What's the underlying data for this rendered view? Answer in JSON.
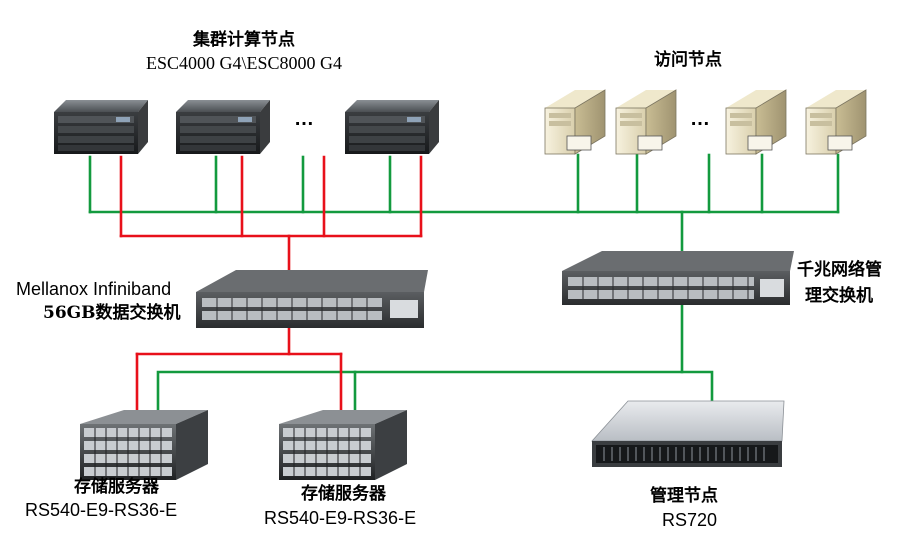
{
  "labels": {
    "cluster_title": "集群计算节点",
    "cluster_model": "ESC4000 G4\\ESC8000 G4",
    "access_title": "访问节点",
    "ib_switch_line1": "Mellanox  Infiniband",
    "ib_switch_line2": "56GB数据交换机",
    "mgmt_switch_line1": "千兆网络管",
    "mgmt_switch_line2": "理交换机",
    "storage1_title": "存储服务器",
    "storage1_model": "RS540-E9-RS36-E",
    "storage2_title": "存储服务器",
    "storage2_model": "RS540-E9-RS36-E",
    "mgmt_node_title": "管理节点",
    "mgmt_node_model": "RS720",
    "ellipsis": "…"
  },
  "colors": {
    "data_link": "#e8101a",
    "mgmt_link": "#139a3e",
    "device_dark": "#2b2b2b",
    "device_light": "#ece6cf"
  },
  "icons": [
    "rack-server-icon",
    "tower-server-icon",
    "network-switch-icon",
    "storage-server-icon",
    "management-server-icon"
  ]
}
